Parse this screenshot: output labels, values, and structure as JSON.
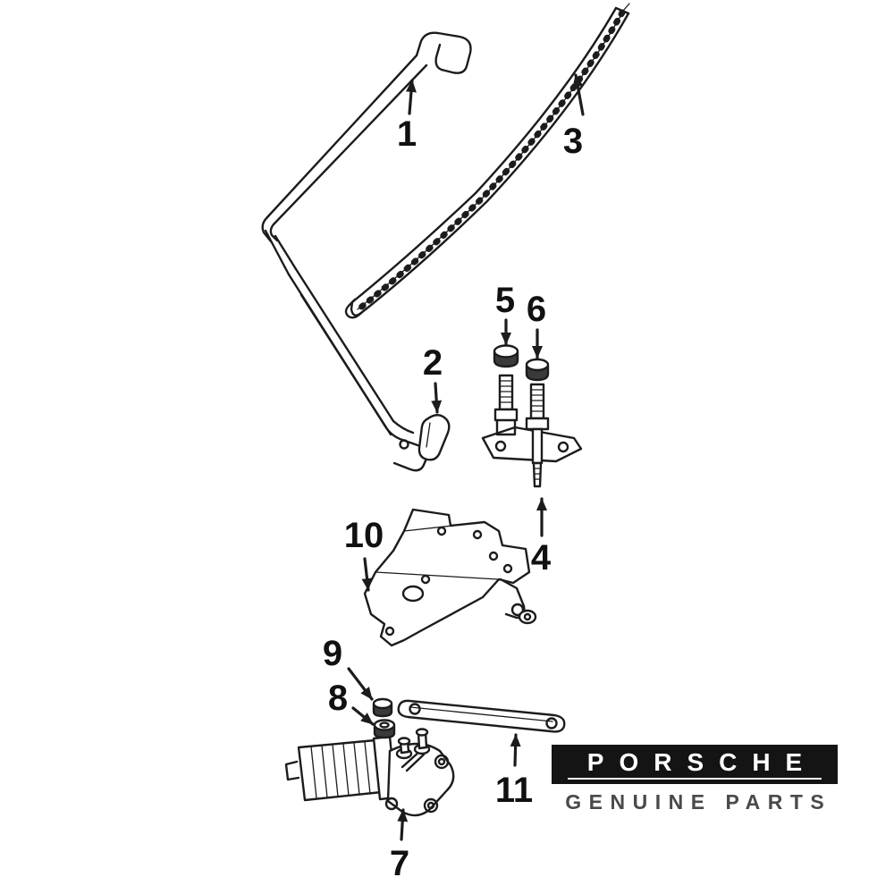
{
  "diagram": {
    "callouts": [
      {
        "label": "1"
      },
      {
        "label": "2"
      },
      {
        "label": "3"
      },
      {
        "label": "4"
      },
      {
        "label": "5"
      },
      {
        "label": "6"
      },
      {
        "label": "7"
      },
      {
        "label": "8"
      },
      {
        "label": "9"
      },
      {
        "label": "10"
      },
      {
        "label": "11"
      }
    ]
  },
  "brand": {
    "name": "PORSCHE",
    "tagline": "GENUINE PARTS"
  },
  "colors": {
    "line": "#1c1c1c",
    "callout_text": "#111111",
    "badge_background": "#141414",
    "badge_text": "#ffffff",
    "tagline_text": "#4a4a4a",
    "page_background": "#ffffff"
  }
}
